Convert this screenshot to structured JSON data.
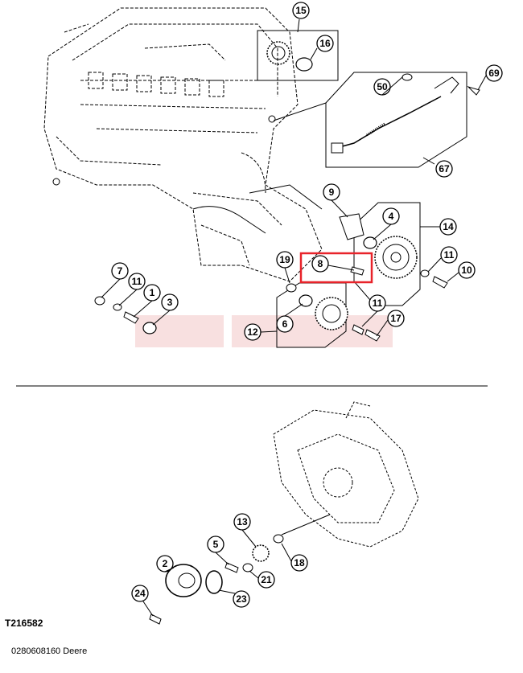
{
  "figure_code": "T216582",
  "part_reference": "0280608160 Deere",
  "watermark": "",
  "highlight_color": "#e8232a",
  "callouts": {
    "c15": "15",
    "c16": "16",
    "c50": "50",
    "c69": "69",
    "c67": "67",
    "c9": "9",
    "c4": "4",
    "c14": "14",
    "c8": "8",
    "c19": "19",
    "c11a": "11",
    "c10": "10",
    "c7": "7",
    "c11b": "11",
    "c1": "1",
    "c3": "3",
    "c6": "6",
    "c11c": "11",
    "c17": "17",
    "c12": "12",
    "c13": "13",
    "c5": "5",
    "c18": "18",
    "c2": "2",
    "c21": "21",
    "c23": "23",
    "c24": "24"
  }
}
